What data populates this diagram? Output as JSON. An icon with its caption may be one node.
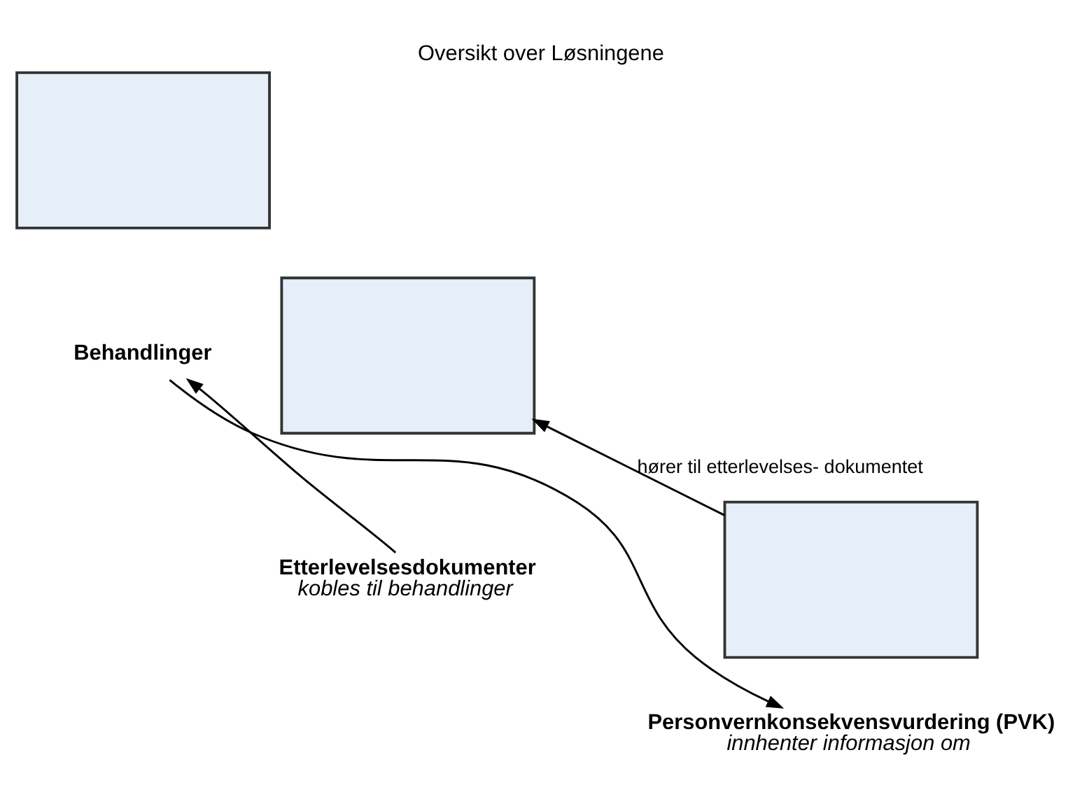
{
  "diagram": {
    "title": "Oversikt over Løsningene",
    "nodes": [
      {
        "text": [],
        "shape": "box"
      },
      {
        "text": [
          "Behandlinger"
        ]
      },
      {
        "text": [],
        "shape": "box"
      },
      {
        "text": [
          "Etterlevelsesdokumenter",
          "kobles til behandlinger"
        ]
      },
      {
        "text": [],
        "shape": "box"
      },
      {
        "text": [
          "Personvernkonsekvensvurdering (PVK)",
          "innhenter informasjon om"
        ]
      }
    ],
    "edges": [
      {
        "from": 3,
        "to": 1,
        "arrow": "to"
      },
      {
        "from": 1,
        "to": 5,
        "arrow": "to"
      },
      {
        "from": 4,
        "to": 2,
        "arrow": "to",
        "label": "hører til etterlevelses- dokumentet"
      }
    ]
  }
}
